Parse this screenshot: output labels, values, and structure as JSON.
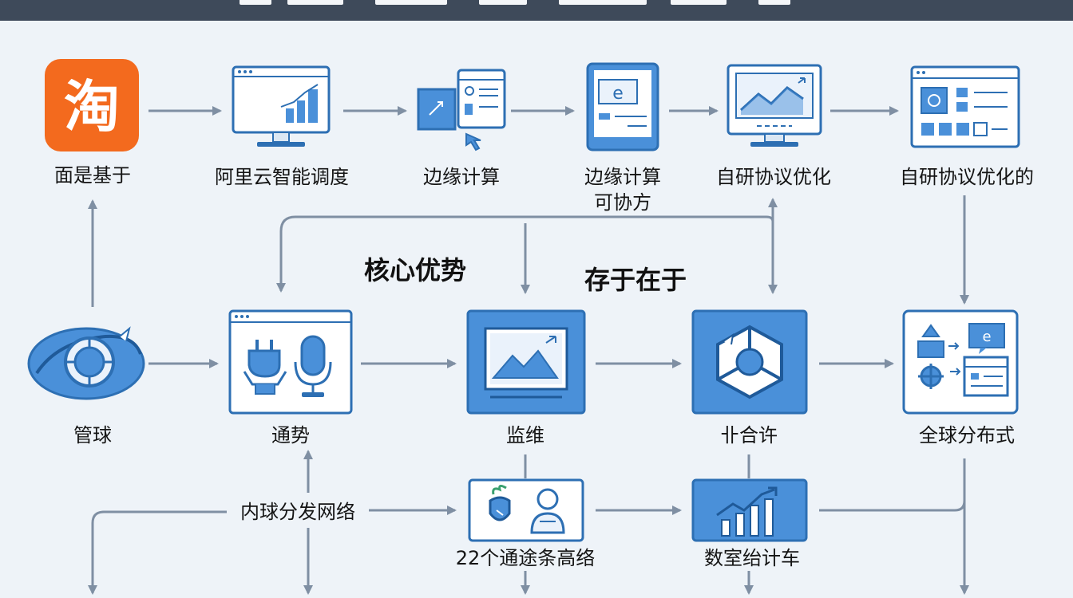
{
  "colors": {
    "background": "#eef3f8",
    "arrow": "#7f8fa3",
    "icon_stroke": "#2d6fb3",
    "icon_fill": "#4a90d9",
    "taobao_orange": "#f36a1e"
  },
  "headings": {
    "left": "核心优势",
    "right": "存于在于"
  },
  "nodes": {
    "taobao": {
      "icon": "taobao-logo",
      "glyph": "淘",
      "label": "面是基于"
    },
    "aliyun": {
      "icon": "monitor-bar-chart-icon",
      "label": "阿里云智能调度"
    },
    "edge1": {
      "icon": "edge-computing-icon",
      "label": "边缘计算"
    },
    "edge2": {
      "icon": "tablet-icon",
      "label_line1": "边缘计算",
      "label_line2": "可协方"
    },
    "protocol1": {
      "icon": "monitor-line-chart-icon",
      "label": "自研协议优化"
    },
    "protocol2": {
      "icon": "dashboard-window-icon",
      "label": "自研协议优化的"
    },
    "globe": {
      "icon": "globe-icon",
      "label": "管球"
    },
    "tongshi": {
      "icon": "usb-microphone-icon",
      "label": "通势"
    },
    "jianwei": {
      "icon": "image-frame-icon",
      "label": "监维"
    },
    "hehe": {
      "icon": "hexagon-network-icon",
      "label": "卝合许"
    },
    "global": {
      "icon": "distributed-network-icon",
      "label": "全球分布式"
    },
    "neiqiu": {
      "label": "内球分发网络"
    },
    "tongtu": {
      "icon": "shield-person-icon",
      "label": "22个通途条高络"
    },
    "shushi": {
      "icon": "growth-chart-icon",
      "label": "数室绐计车"
    }
  }
}
